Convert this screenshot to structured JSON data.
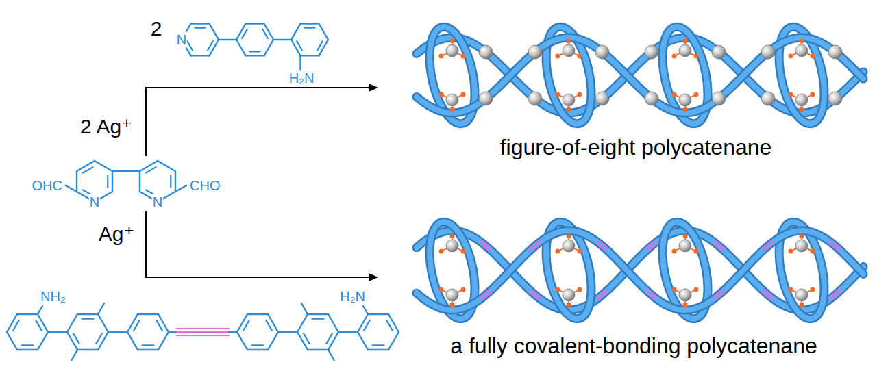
{
  "diagram": {
    "labels": [
      "2",
      "N",
      "H₂N",
      "2 Ag⁺",
      "OHC",
      "N",
      "N",
      "CHO",
      "Ag⁺",
      "NH₂",
      "H₂N",
      "figure-of-eight polycatenane",
      "a fully covalent-bonding polycatenane"
    ]
  }
}
